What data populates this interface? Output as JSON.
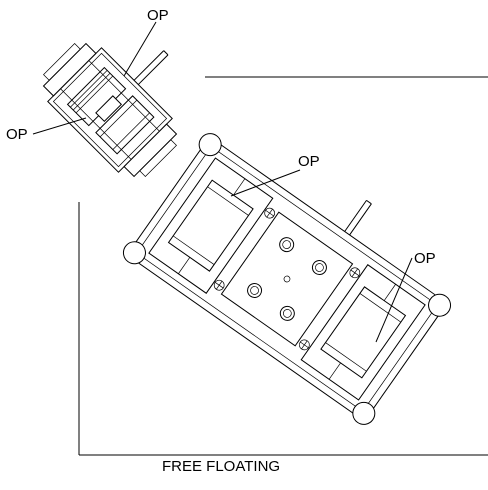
{
  "labels": {
    "op_top_small": "OP",
    "op_left_small": "OP",
    "op_mid_large": "OP",
    "op_right_large": "OP"
  },
  "caption": "FREE FLOATING"
}
